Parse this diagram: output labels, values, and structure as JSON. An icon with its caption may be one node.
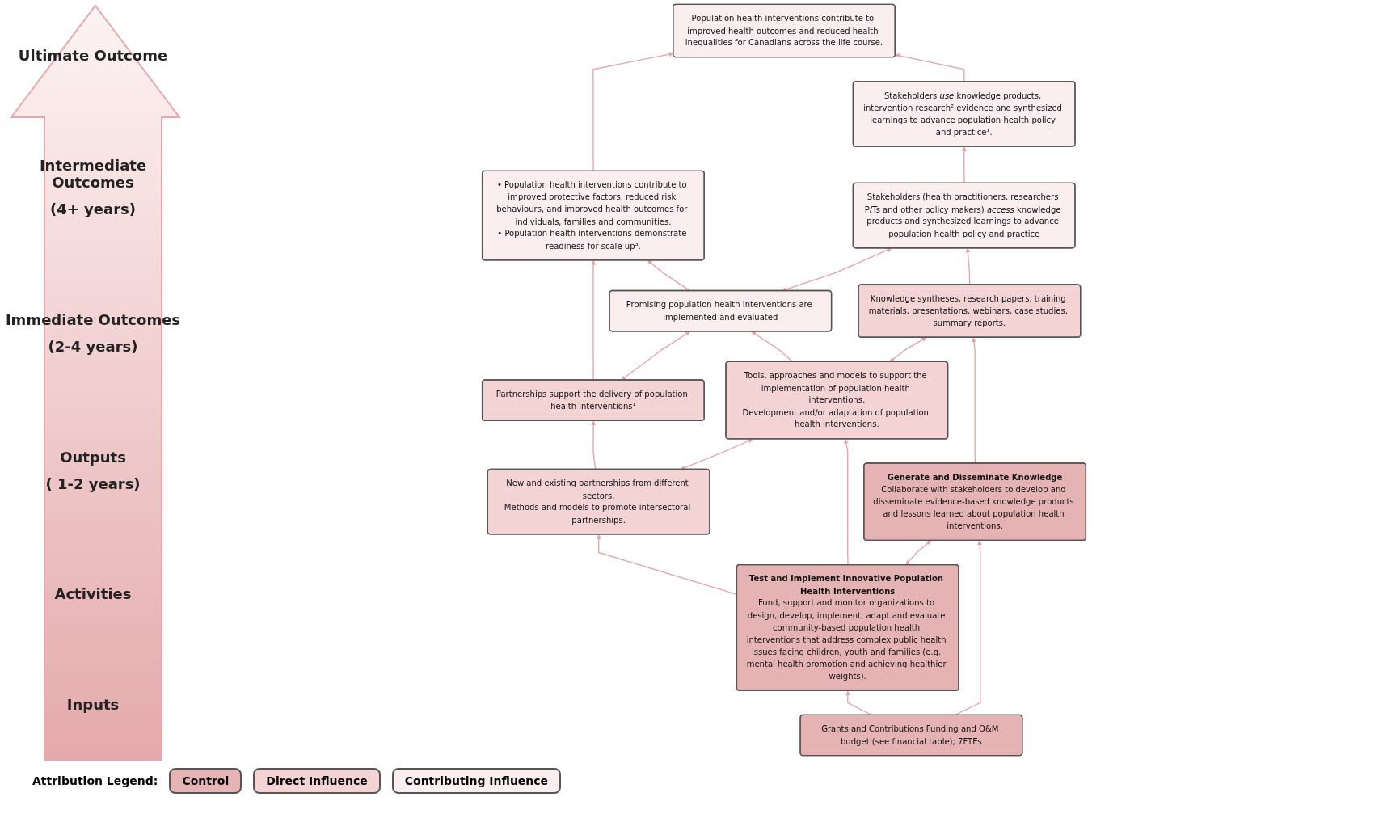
{
  "diagram": {
    "nodes": [
      {
        "text": [
          "Population health interventions contribute to improved health outcomes and reduced health inequalities for Canadians across the life course."
        ]
      },
      {
        "text": [
          "• Population health interventions contribute to improved protective factors, reduced risk behaviours, and improved health outcomes for individuals, families and communities.",
          "• Population health interventions demonstrate readiness for scale up³."
        ]
      },
      {
        "text": [
          "Stakeholders *use* knowledge products, intervention research² evidence and synthesized learnings to advance population health policy and practice¹."
        ]
      },
      {
        "text": [
          "Partnerships support the delivery of population health interventions¹"
        ]
      },
      {
        "text": [
          "Promising population health interventions are implemented and evaluated"
        ]
      },
      {
        "text": [
          "Stakeholders (health practitioners, researchers P/Ts and other policy makers) *access* knowledge products and synthesized learnings to advance population health policy and practice"
        ]
      },
      {
        "text": [
          "New and existing partnerships from different sectors.",
          "Methods and models to promote intersectoral partnerships."
        ]
      },
      {
        "text": [
          "Tools, approaches and models to support the implementation of population health interventions.",
          "Development and/or adaptation of population health interventions."
        ]
      },
      {
        "text": [
          "Knowledge syntheses, research papers, training materials, presentations, webinars, case studies, summary reports."
        ]
      },
      {
        "text": [
          "Test and Implement Innovative Population Health Interventions",
          "Fund, support and monitor organizations to design, develop, implement, adapt and evaluate community-based population health interventions that address complex public health issues facing children, youth and families (e.g. mental health promotion and achieving healthier weights)."
        ]
      },
      {
        "text": [
          "Generate and Disseminate Knowledge",
          "Collaborate with stakeholders to develop and disseminate evidence-based knowledge products and lessons learned about population health interventions."
        ]
      },
      {
        "text": [
          "Grants and Contributions Funding and O&M budget (see financial table); 7FTEs"
        ]
      }
    ],
    "edges": [
      {
        "from": 1,
        "to": 0,
        "arrow": "to"
      },
      {
        "from": 2,
        "to": 0,
        "arrow": "to"
      },
      {
        "from": 3,
        "to": 1,
        "arrow": "to"
      },
      {
        "from": 4,
        "to": 1,
        "arrow": "to"
      },
      {
        "from": 5,
        "to": 2,
        "arrow": "to"
      },
      {
        "from": 3,
        "to": 4,
        "arrow": "both"
      },
      {
        "from": 4,
        "to": 5,
        "arrow": "both"
      },
      {
        "from": 6,
        "to": 3,
        "arrow": "to"
      },
      {
        "from": 7,
        "to": 4,
        "arrow": "to"
      },
      {
        "from": 8,
        "to": 5,
        "arrow": "to"
      },
      {
        "from": 6,
        "to": 7,
        "arrow": "both"
      },
      {
        "from": 7,
        "to": 8,
        "arrow": "both"
      },
      {
        "from": 9,
        "to": 6,
        "arrow": "to"
      },
      {
        "from": 9,
        "to": 7,
        "arrow": "to"
      },
      {
        "from": 10,
        "to": 8,
        "arrow": "to"
      },
      {
        "from": 9,
        "to": 10,
        "arrow": "both"
      },
      {
        "from": 11,
        "to": 9,
        "arrow": "to"
      },
      {
        "from": 11,
        "to": 10,
        "arrow": "to"
      }
    ],
    "labels": [
      "Ultimate Outcome",
      "Intermediate Outcomes",
      "(4+ years)",
      "Immediate Outcomes",
      "(2-4 years)",
      "Outputs",
      "( 1-2 years)",
      "Activities",
      "Inputs",
      "Attribution Legend:"
    ],
    "legend": [
      {
        "text": "Control",
        "color": "#e6b3b5"
      },
      {
        "text": "Direct Influence",
        "color": "#f3d3d4"
      },
      {
        "text": "Contributing Influence",
        "color": "#faeeee"
      }
    ]
  }
}
